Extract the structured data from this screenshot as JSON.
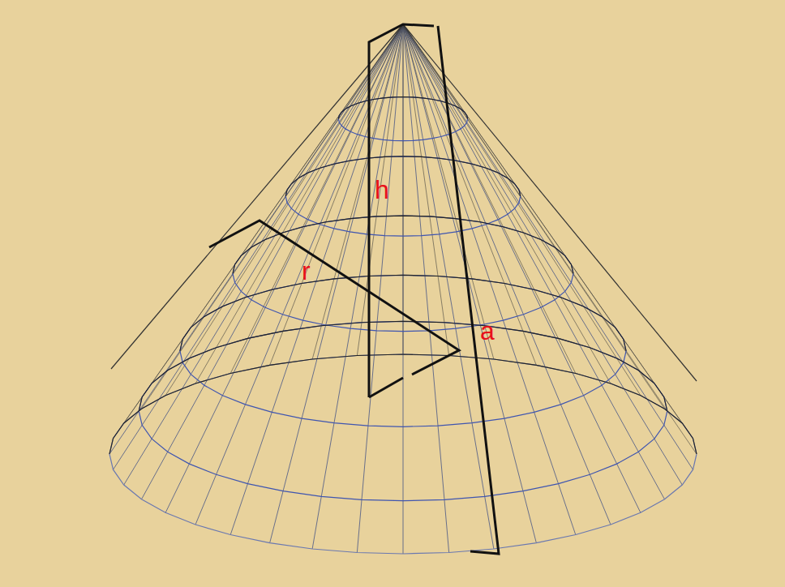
{
  "diagram": {
    "labels": [
      "h",
      "r",
      "a"
    ]
  }
}
